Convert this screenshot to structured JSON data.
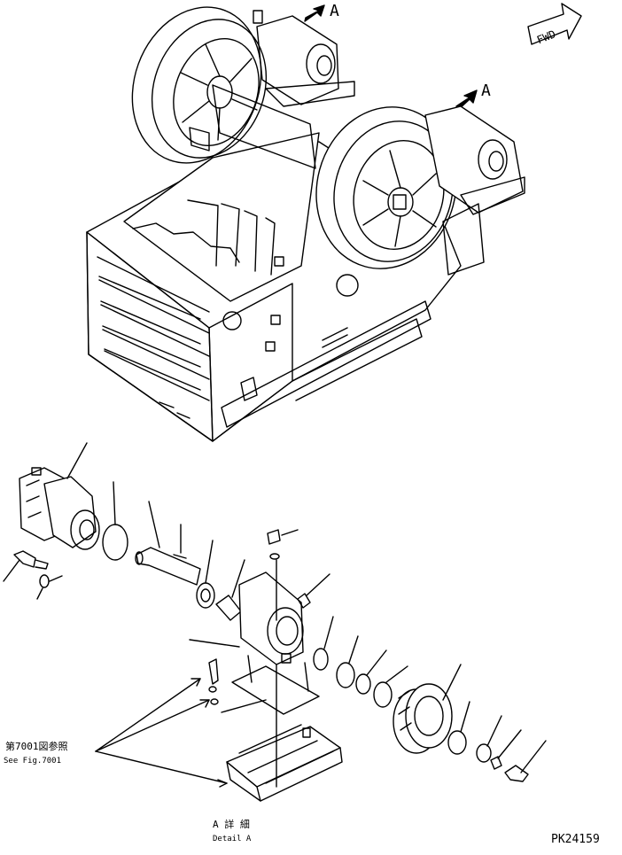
{
  "fwd_label": "FWD",
  "callout_letter": "A",
  "see_fig_jp": "第7001図参照",
  "see_fig_en": "See Fig.7001",
  "detail_jp": "A 詳 細",
  "detail_en": "Detail A",
  "part_number": "PK24159",
  "colors": {
    "line": "#000000",
    "background": "#ffffff"
  }
}
